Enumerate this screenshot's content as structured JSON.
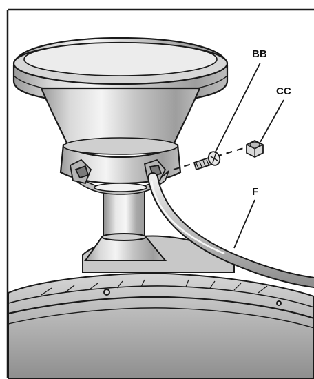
{
  "figure": {
    "callouts": [
      {
        "id": "bb",
        "label": "BB"
      },
      {
        "id": "cc",
        "label": "CC"
      },
      {
        "id": "f",
        "label": "F"
      }
    ],
    "colors": {
      "outline": "#1a1a1a",
      "metal_light": "#e4e4e4",
      "metal_mid": "#b9b9b9",
      "metal_dark": "#8a8a8a",
      "background": "#ffffff"
    }
  }
}
